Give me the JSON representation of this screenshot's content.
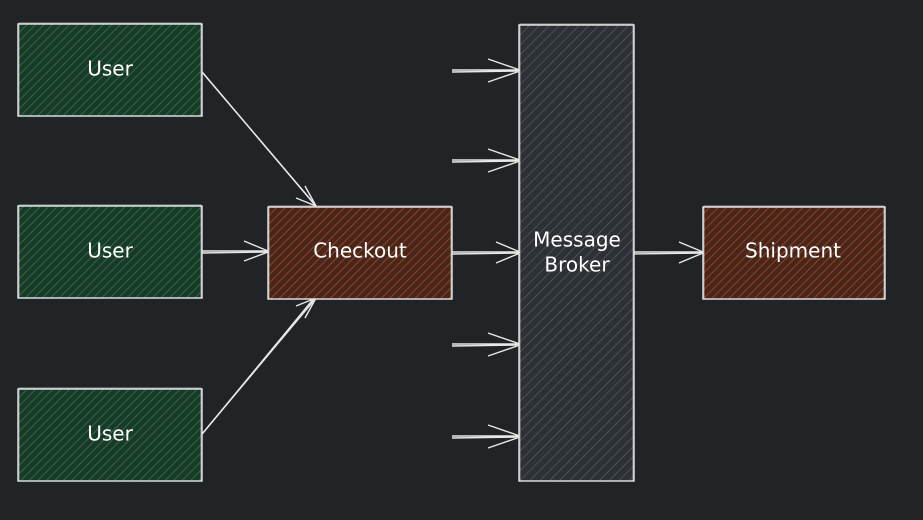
{
  "nodes": {
    "user_1": {
      "label": "User",
      "fill": "#1e4530"
    },
    "user_2": {
      "label": "User",
      "fill": "#1e4530"
    },
    "user_3": {
      "label": "User",
      "fill": "#1e4530"
    },
    "checkout": {
      "label": "Checkout",
      "fill": "#5c2e1c"
    },
    "broker_line1": {
      "label": "Message"
    },
    "broker_line2": {
      "label": "Broker"
    },
    "broker": {
      "fill": "#3c4146"
    },
    "shipment": {
      "label": "Shipment",
      "fill": "#5c2e1c"
    }
  },
  "colors": {
    "background": "#212427",
    "stroke": "#e8e8e8"
  }
}
